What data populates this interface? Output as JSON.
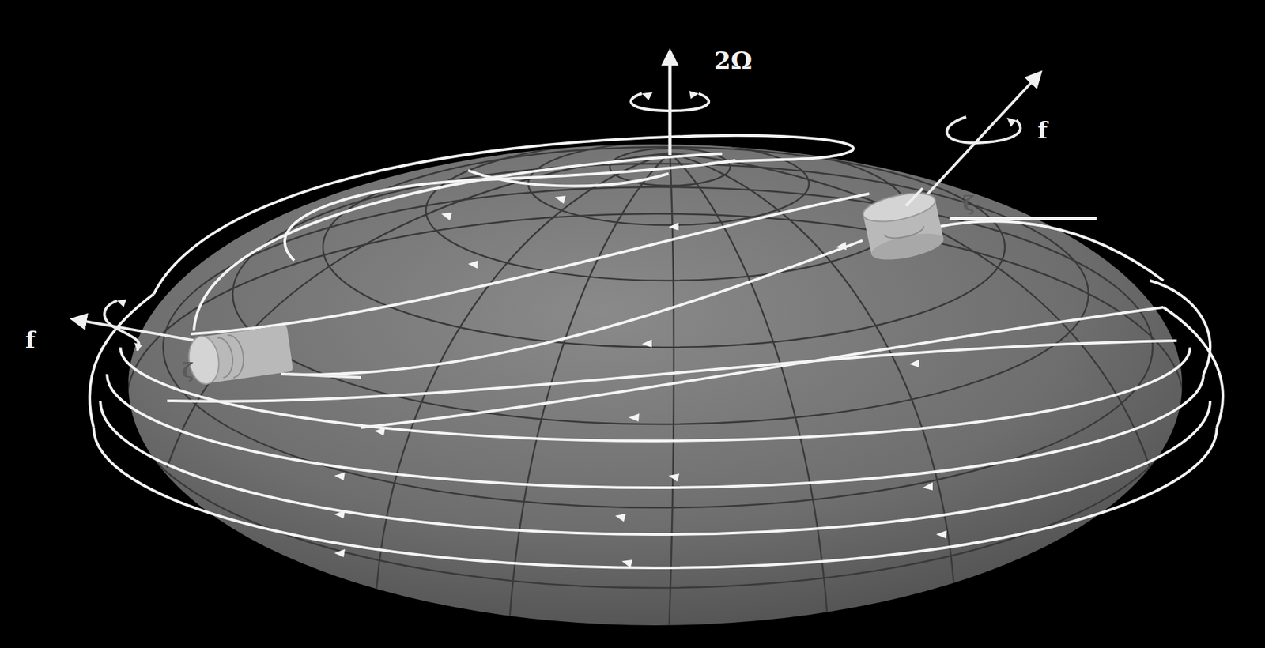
{
  "diagram": {
    "labels": [
      "2Ω",
      "f",
      "f",
      "ζ",
      "ζ"
    ]
  }
}
